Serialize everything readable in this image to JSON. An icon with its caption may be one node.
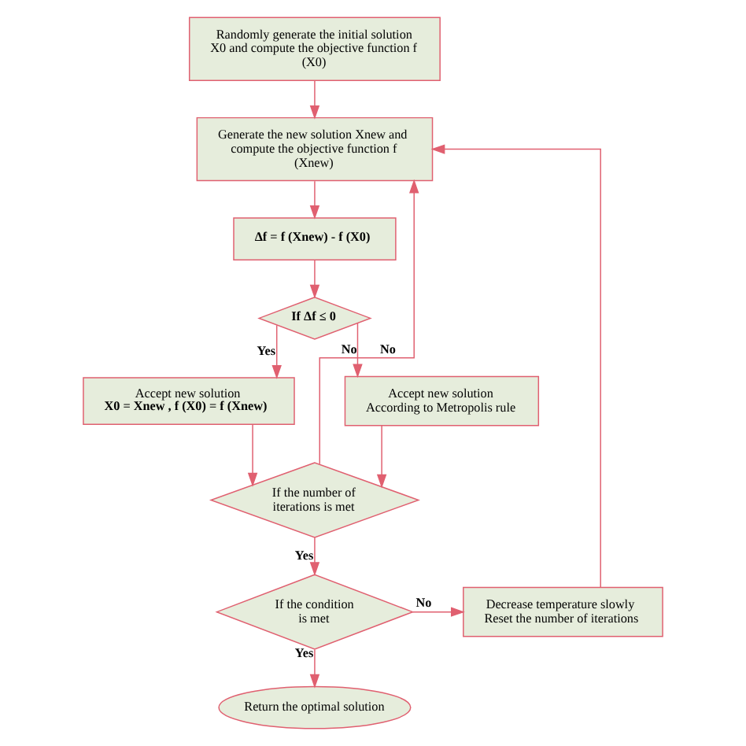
{
  "diagram": {
    "nodes": [
      {
        "text": [
          "Randomly generate the initial solution X0 and compute the objective function f (X0)"
        ]
      },
      {
        "text": [
          "Generate the new solution Xnew and compute the objective function f (Xnew)"
        ]
      },
      {
        "text": [
          "Δf = f (Xnew) - f (X0)"
        ]
      },
      {
        "text": [
          "If Δf ≤ 0"
        ]
      },
      {
        "text": [
          "Accept new solution",
          "X0 = Xnew , f (X0) = f (Xnew)"
        ]
      },
      {
        "text": [
          "Accept new solution",
          "According to Metropolis rule"
        ]
      },
      {
        "text": [
          "If the number of iterations is met"
        ]
      },
      {
        "text": [
          "If the condition is met"
        ]
      },
      {
        "text": [
          "Decrease temperature slowly",
          "Reset the number of iterations"
        ]
      },
      {
        "text": [
          "Return the optimal solution"
        ]
      }
    ],
    "edges": [
      {
        "from": 0,
        "to": 1,
        "arrow": "to"
      },
      {
        "from": 1,
        "to": 2,
        "arrow": "to"
      },
      {
        "from": 2,
        "to": 3,
        "arrow": "to"
      },
      {
        "from": 3,
        "to": 4,
        "arrow": "to",
        "label": "Yes"
      },
      {
        "from": 3,
        "to": 5,
        "arrow": "to",
        "label": "No"
      },
      {
        "from": 4,
        "to": 6,
        "arrow": "to"
      },
      {
        "from": 5,
        "to": 6,
        "arrow": "to"
      },
      {
        "from": 6,
        "to": 1,
        "arrow": "to",
        "label": "No"
      },
      {
        "from": 6,
        "to": 7,
        "arrow": "to",
        "label": "Yes"
      },
      {
        "from": 7,
        "to": 8,
        "arrow": "to",
        "label": "No"
      },
      {
        "from": 8,
        "to": 1,
        "arrow": "to"
      },
      {
        "from": 7,
        "to": 9,
        "arrow": "to",
        "label": "Yes"
      }
    ]
  }
}
